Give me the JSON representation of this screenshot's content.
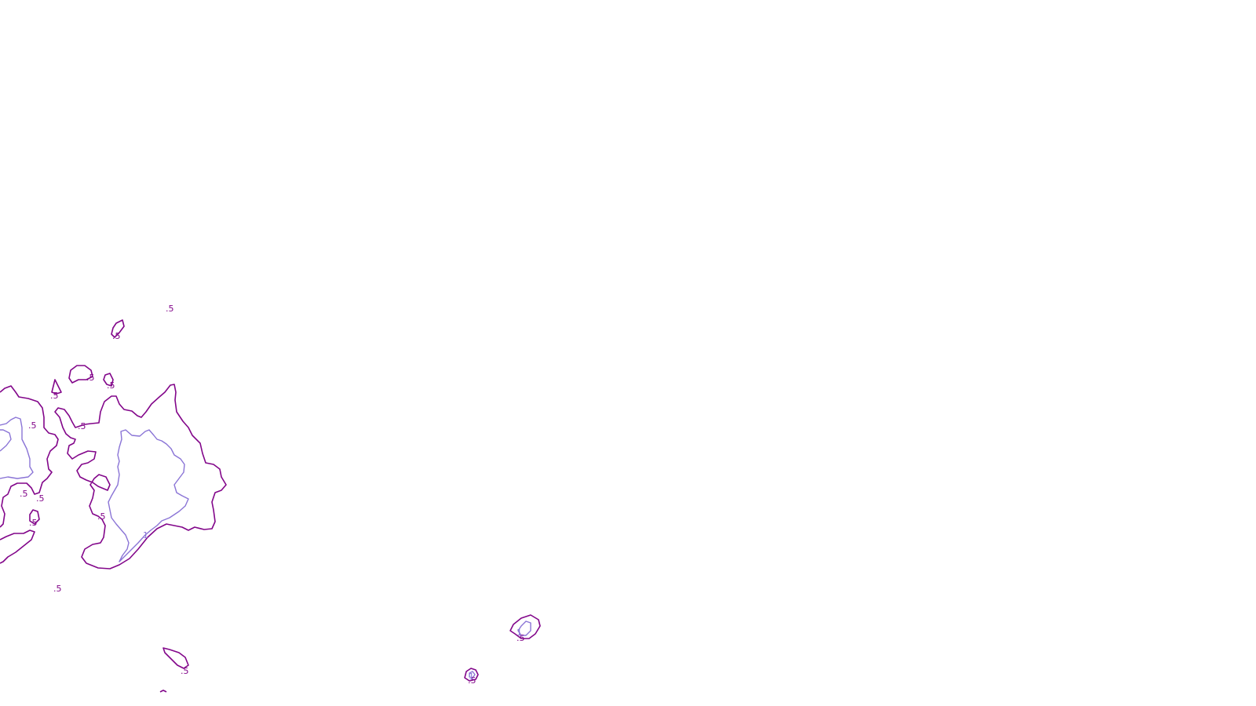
{
  "chart_data": {
    "type": "contour",
    "title": "",
    "xlabel": "",
    "ylabel": "",
    "grid": false,
    "legend": "none",
    "levels": [
      0.5,
      1
    ],
    "level_colors": {
      "0.5": "#82068a",
      "1": "#8a74d6"
    },
    "level_labels": [
      {
        "level": 0.5,
        "text": ".5"
      },
      {
        "level": 1,
        "text": "1"
      }
    ],
    "contours": [
      {
        "name": "main-cluster-outer",
        "level": 0.5
      },
      {
        "name": "main-cluster-inner",
        "level": 1
      },
      {
        "name": "left-cluster-outer",
        "level": 0.5
      },
      {
        "name": "left-cluster-inner",
        "level": 1
      },
      {
        "name": "small-island-1",
        "level": 0.5
      },
      {
        "name": "small-island-2",
        "level": 0.5
      },
      {
        "name": "small-island-3",
        "level": 0.5
      },
      {
        "name": "small-island-4",
        "level": 0.5
      },
      {
        "name": "small-island-5",
        "level": 0.5
      },
      {
        "name": "lower-right-peak-outer",
        "level": 0.5
      },
      {
        "name": "lower-right-peak-inner",
        "level": 1
      },
      {
        "name": "bottom-peak-outer",
        "level": 0.5
      },
      {
        "name": "bottom-peak-inner",
        "level": 1
      }
    ],
    "labels": [
      ".5",
      ".5",
      ".5",
      ".5",
      ".5",
      ".5",
      ".5",
      ".5",
      ".5",
      ".5",
      ".5",
      ".5",
      ".5",
      ".5",
      ".5",
      "1",
      "1",
      "1"
    ]
  }
}
